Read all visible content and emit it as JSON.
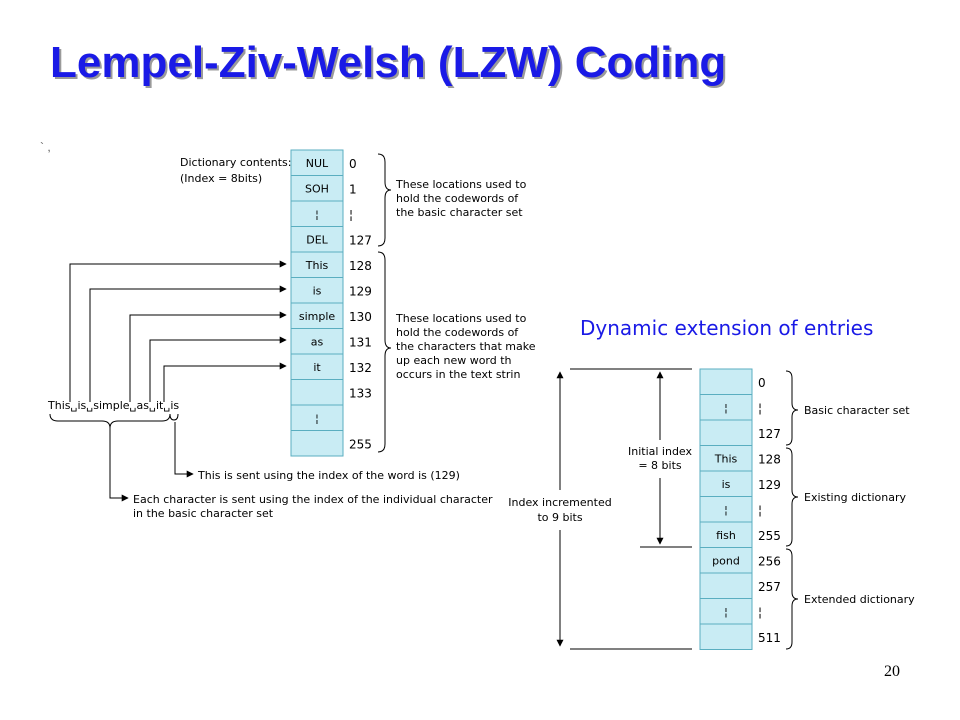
{
  "title": "Lempel-Ziv-Welsh (LZW) Coding",
  "stray_marks": "` ,",
  "dynamic_title": "Dynamic extension of entries",
  "slide_number": "20",
  "left_diagram": {
    "dict_label_line1": "Dictionary contents:",
    "dict_label_line2": "(Index = 8bits)",
    "cells": [
      "NUL",
      "SOH",
      "¦",
      "DEL",
      "This",
      "is",
      "simple",
      "as",
      "it",
      "",
      "¦",
      ""
    ],
    "indexes": [
      "0",
      "1",
      "¦",
      "127",
      "128",
      "129",
      "130",
      "131",
      "132",
      "133",
      "",
      "255"
    ],
    "brace1_text": [
      "These locations used to",
      "hold the codewords of",
      "the basic character set"
    ],
    "brace2_text": [
      "These locations used to",
      "hold the codewords of",
      "the characters that make",
      "up each new word th",
      "occurs in the text strin"
    ],
    "input_string": "This␣is␣simple␣as␣it␣is",
    "note_word": "This is sent using the index of the word is (129)",
    "note_char_line1": "Each character is sent using the index of the individual character",
    "note_char_line2": "in the basic character set"
  },
  "right_diagram": {
    "cells": [
      "",
      "¦",
      "",
      "This",
      "is",
      "¦",
      "fish",
      "pond",
      "",
      "¦",
      ""
    ],
    "indexes": [
      "0",
      "¦",
      "127",
      "128",
      "129",
      "¦",
      "255",
      "256",
      "257",
      "¦",
      "511"
    ],
    "labels": [
      "Basic character set",
      "Existing dictionary",
      "Extended dictionary"
    ],
    "initial_index_line1": "Initial index",
    "initial_index_line2": "= 8 bits",
    "incremented_line1": "Index incremented",
    "incremented_line2": "to 9 bits"
  }
}
